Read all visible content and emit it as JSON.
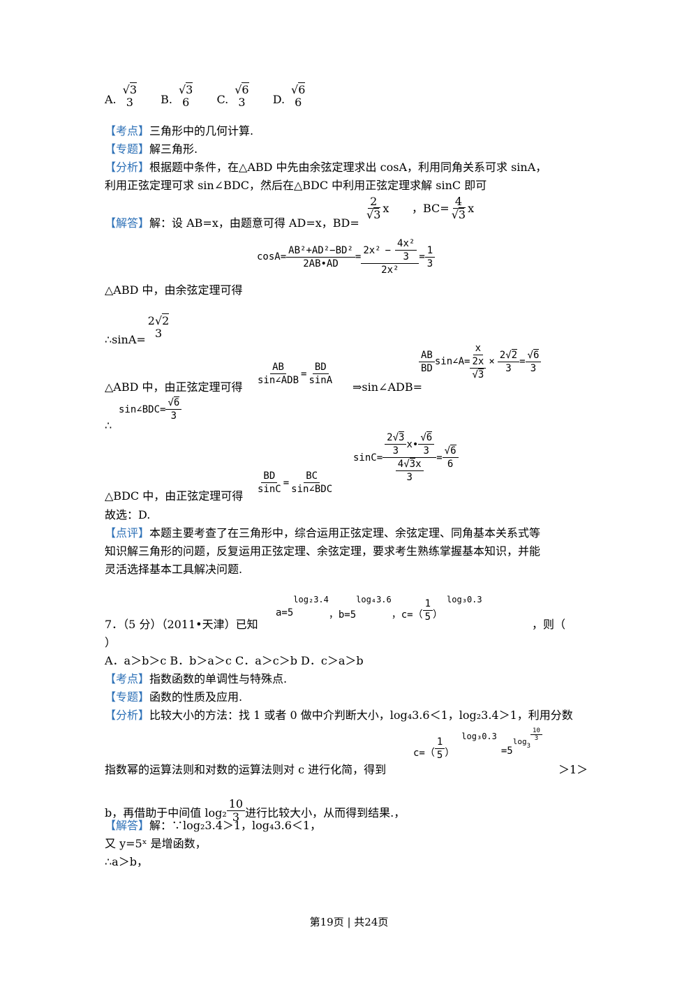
{
  "q6_options": {
    "A_label": "A.",
    "A_num_rad": "3",
    "A_den": "3",
    "B_label": "B.",
    "B_num_rad": "3",
    "B_den": "6",
    "C_label": "C.",
    "C_num_rad": "6",
    "C_den": "3",
    "D_label": "D.",
    "D_num_rad": "6",
    "D_den": "6"
  },
  "q6": {
    "kaodian_tag": "【考点】",
    "kaodian": "三角形中的几何计算.",
    "zhuanti_tag": "【专题】",
    "zhuanti": "解三角形.",
    "fenxi_tag": "【分析】",
    "fenxi_line1": "根据题中条件，在△ABD 中先由余弦定理求出 cosA，利用同角关系可求 sinA，",
    "fenxi_line2": "利用正弦定理可求 sin∠BDC，然后在△BDC 中利用正弦定理求解 sinC 即可",
    "jieda_tag": "【解答】",
    "jieda_text": "解：设 AB=x，由题意可得 AD=x，BD=",
    "bd_num": "2",
    "bd_den_rad": "3",
    "bd_x": "x",
    "bc_prefix": "，BC=",
    "bc_num": "4",
    "bc_den_rad": "3",
    "bc_x": "x",
    "cos_label": "cosA=",
    "cos_num": "AB²+AD²−BD²",
    "cos_den": "2AB•AD",
    "cos_mid_num_a": "2x²",
    "cos_mid_num_op": "−",
    "cos_mid_num_b_num": "4x²",
    "cos_mid_num_b_den": "3",
    "cos_mid_den": "2x²",
    "cos_res_num": "1",
    "cos_res_den": "3",
    "abd_cos_text": "△ABD 中，由余弦定理可得",
    "sinA_prefix": "∴sinA=",
    "sinA_num": "2",
    "sinA_num_rad": "2",
    "sinA_den": "3",
    "abd_sin_text": "△ABD 中，由正弦定理可得",
    "ab_num": "AB",
    "ab_den": "sin∠ADB",
    "bd2_num": "BD",
    "bd2_den": "sinA",
    "arrow_text": "⇒sin∠ADB=",
    "r1_num": "AB",
    "r1_den": "BD",
    "r1_sin": "sin∠A=",
    "r2_num": "x",
    "r2_den_num": "2x",
    "r2_den_den_rad": "3",
    "times": "×",
    "r3_num": "2",
    "r3_num_rad": "2",
    "r3_den": "3",
    "r4_num_rad": "6",
    "r4_den": "3",
    "therefore": "∴",
    "sinBDC_label": "sin∠BDC=",
    "sinBDC_num_rad": "6",
    "sinBDC_den": "3",
    "bdc_sin_text": "△BDC 中，由正弦定理可得",
    "bdc_num": "BD",
    "bdc_den": "sinC",
    "bc2_num": "BC",
    "bc2_den": "sin∠BDC",
    "sinC_label": "sinC=",
    "sc_top_a_num": "2",
    "sc_top_a_rad": "3",
    "sc_top_a_den": "3",
    "sc_top_x": "x•",
    "sc_top_b_rad": "6",
    "sc_top_b_den": "3",
    "sc_bot_num": "4",
    "sc_bot_rad": "3",
    "sc_bot_x": "x",
    "sc_bot_den": "3",
    "sc_res_rad": "6",
    "sc_res_den": "6",
    "guxuan": "故选：D.",
    "dianping_tag": "【点评】",
    "dianping_line1": "本题主要考查了在三角形中，综合运用正弦定理、余弦定理、同角基本关系式等",
    "dianping_line2": "知识解三角形的问题，反复运用正弦定理、余弦定理，要求考生熟练掌握基本知识，并能",
    "dianping_line3": "灵活选择基本工具解决问题."
  },
  "q7": {
    "stem": "7．（5 分）（2011•天津）已知",
    "a_expr": "a=5",
    "a_exp": "log₂3.4",
    "b_expr": "，b=5",
    "b_exp": "log₄3.6",
    "c_expr": "，c=（",
    "c_num": "1",
    "c_den": "5",
    "c_close": "）",
    "c_exp": "log₃0.3",
    "stem_tail": "，则（",
    "stem_close": "）",
    "options": "A．a＞b＞c    B．b＞a＞c    C．a＞c＞b    D．c＞a＞b",
    "kaodian_tag": "【考点】",
    "kaodian": "指数函数的单调性与特殊点.",
    "zhuanti_tag": "【专题】",
    "zhuanti": "函数的性质及应用.",
    "fenxi_tag": "【分析】",
    "fenxi_line1": "比较大小的方法：找 1 或者 0 做中介判断大小，log₄3.6＜1，log₂3.4＞1，利用分数",
    "fenxi_line2": "指数幂的运算法则和对数的运算法则对 c 进行化简，得到",
    "fx_c": "c=（",
    "fx_c_num": "1",
    "fx_c_den": "5",
    "fx_c_close": "）",
    "fx_c_exp": "log₃0.3",
    "fx_eq": "=5",
    "fx_log": "log",
    "fx_log_sub": "3",
    "fx_top_num": "10",
    "fx_top_den": "3",
    "fx_gt": "＞1＞",
    "fenxi_line3a": "b，再借助于中间值 log₂",
    "fx_mid_num": "10",
    "fx_mid_den": "3",
    "fenxi_line3b": "进行比较大小，从而得到结果.，",
    "jieda_tag": "【解答】",
    "jieda_line1": "解：∵log₂3.4＞1，log₄3.6＜1，",
    "jieda_line2": "又 y=5ˣ 是增函数，",
    "jieda_line3": "∴a＞b，"
  },
  "footer": "第19页  |  共24页"
}
